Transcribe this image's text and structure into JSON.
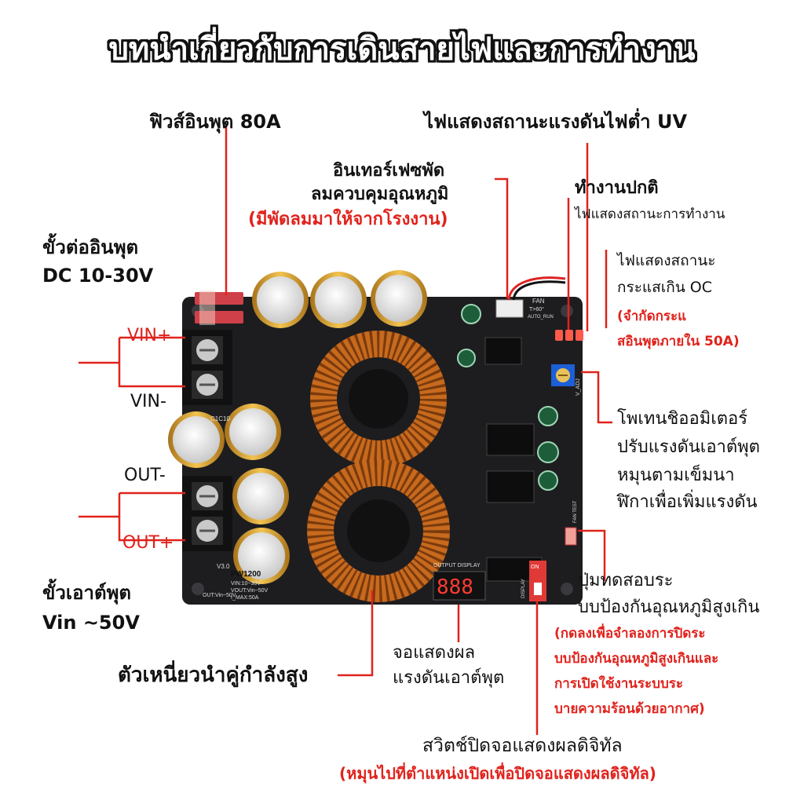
{
  "title": "บทนำเกี่ยวกับการเดินสายไฟและการทำงาน",
  "labels": {
    "fuse": "ฟิวส์อินพุต 80A",
    "uv_led": "ไฟแสดงสถานะแรงดันไฟต่ำ UV",
    "fan_iface_1": "อินเทอร์เฟซพัด",
    "fan_iface_2": "ลมควบคุมอุณหภูมิ",
    "fan_iface_note": "(มีพัดลมมาให้จากโรงงาน)",
    "normal_1": "ทำงานปกติ",
    "normal_2": "ไฟแสดงสถานะการทำงาน",
    "input_term_1": "ขั้วต่ออินพุต",
    "input_term_2": "DC 10-30V",
    "oc_1": "ไฟแสดงสถานะ",
    "oc_2": "กระแสเกิน OC",
    "oc_note_1": "(จำกัดกระแ",
    "oc_note_2": "สอินพุตภายใน 50A)",
    "vin_plus": "VIN+",
    "vin_minus": "VIN-",
    "pot_1": "โพเทนชิออมิเตอร์",
    "pot_2": "ปรับแรงดันเอาต์พุต",
    "pot_3": "หมุนตามเข็มนา",
    "pot_4": "ฬิกาเพื่อเพิ่มแรงดัน",
    "out_minus": "OUT-",
    "out_plus": "OUT+",
    "test_1": "ปุ่มทดสอบระ",
    "test_2": "บบป้องกันอุณหภูมิสูงเกิน",
    "test_note_1": "(กดลงเพื่อจำลองการปิดระ",
    "test_note_2": "บบป้องกันอุณหภูมิสูงเกินและ",
    "test_note_3": "การเปิดใช้งานระบบระ",
    "test_note_4": "บายความร้อนด้วยอากาศ)",
    "output_term_1": "ขั้วเอาต์พุต",
    "output_term_2": "Vin ~50V",
    "display_1": "จอแสดงผล",
    "display_2": "แรงดันเอาต์พุต",
    "inductor": "ตัวเหนี่ยวนำคู่กำลังสูง",
    "switch_1": "สวิตช์ปิดจอแสดงผลดิจิทัล",
    "switch_note": "(หมุนไปที่ตำแหน่งเปิดเพื่อปิดจอแสดงผลดิจิทัล)"
  },
  "board": {
    "model": "PW1200",
    "version": "V3.0",
    "specs": [
      "VIN:10~30V",
      "VOUT:Vin~50V",
      "I_MAX:50A"
    ],
    "out_spec": "OUT:Vin~50V",
    "display_title": "OUTPUT DISPLAY",
    "display_digits": "888",
    "fan_label": "FAN",
    "fan_temp": "T>60°",
    "fan_mode": "AUTO_RUN",
    "fan_test": "FAN TEST",
    "v_adj": "V_ADJ",
    "dip_on": "ON",
    "dip_label": "DISPLAY",
    "cap_label": "C1C10"
  },
  "colors": {
    "accent": "#e0221c",
    "board": "#1d1d20",
    "copper": "#c76a1e",
    "gold": "#d8a12a"
  }
}
